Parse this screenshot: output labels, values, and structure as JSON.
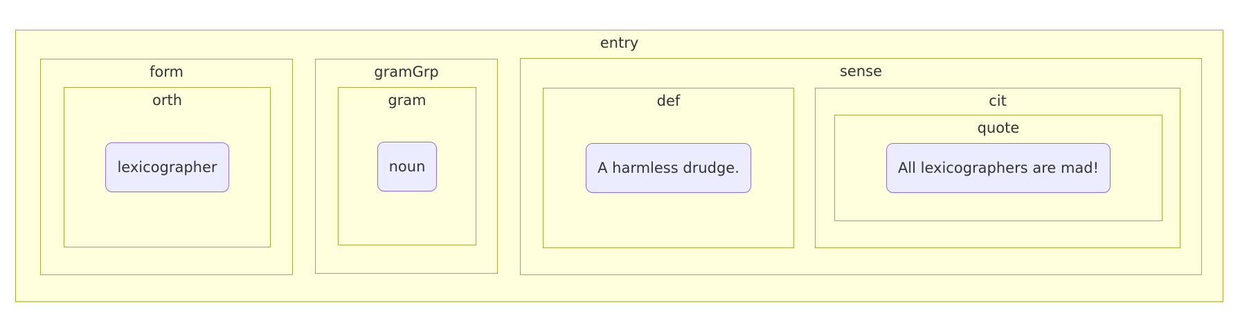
{
  "colors": {
    "container_fill": "#ffffde",
    "container_border": "#aaaa33",
    "node_fill": "#ECECFF",
    "node_border": "#9370DB",
    "text": "#333333"
  },
  "entry": {
    "label": "entry"
  },
  "form": {
    "label": "form"
  },
  "orth": {
    "label": "orth",
    "node": "lexicographer"
  },
  "gramGrp": {
    "label": "gramGrp"
  },
  "gram": {
    "label": "gram",
    "node": "noun"
  },
  "sense": {
    "label": "sense"
  },
  "def": {
    "label": "def",
    "node": "A harmless drudge."
  },
  "cit": {
    "label": "cit"
  },
  "quote": {
    "label": "quote",
    "node": "All lexicographers are mad!"
  }
}
